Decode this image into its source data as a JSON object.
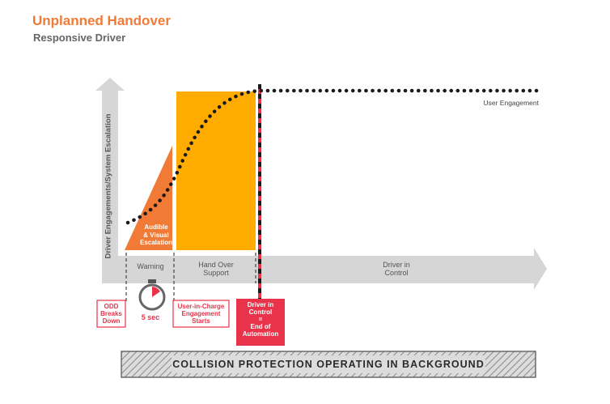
{
  "header": {
    "title": "Unplanned Handover",
    "subtitle": "Responsive Driver"
  },
  "axis": {
    "y_label": "Driver Engagements/System Escalation"
  },
  "curve": {
    "label": "User Engagement"
  },
  "phases": {
    "audible": "Audible\n& Visual\nEscalation",
    "warning": "Warning",
    "handover": "Hand Over\nSupport",
    "driver_control": "Driver in\nControl"
  },
  "timer": {
    "label": "5 sec"
  },
  "events": {
    "odd": "ODD\nBreaks\nDown",
    "user_in_charge": "User-in-Charge\nEngagement\nStarts",
    "end_automation": "Driver in\nControl\n=\nEnd of\nAutomation"
  },
  "footer": {
    "collision": "COLLISION PROTECTION OPERATING IN BACKGROUND"
  },
  "colors": {
    "title": "#f07a36",
    "orange_triangle": "#f07a36",
    "handover_box": "#ffab00",
    "accent_red": "#e8334a",
    "axis_gray": "#d6d6d6"
  }
}
